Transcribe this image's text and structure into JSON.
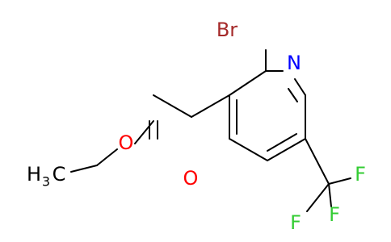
{
  "structure": {
    "atoms": {
      "br": "Br",
      "n": "N",
      "o_ester": "O",
      "o_carbonyl": "O",
      "f1": "F",
      "f2": "F",
      "f3": "F",
      "ch3": {
        "main": "H",
        "sub": "3",
        "tail": "C"
      }
    }
  },
  "colors": {
    "bond": "#000000",
    "carbon": "#000000",
    "bromine": "#a52a2a",
    "nitrogen": "#0000ff",
    "oxygen": "#ff0000",
    "fluorine": "#33cc33"
  }
}
